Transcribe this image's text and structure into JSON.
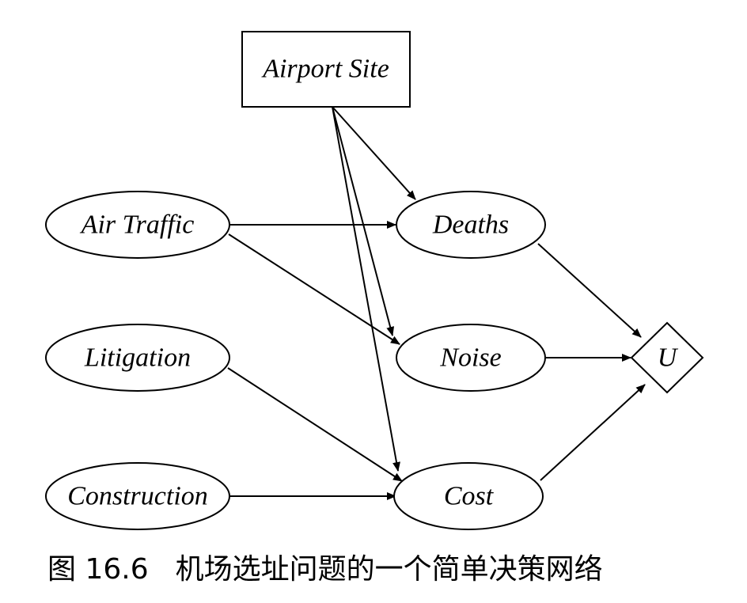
{
  "diagram": {
    "nodes": {
      "airport_site": {
        "label": "Airport Site",
        "kind": "decision"
      },
      "air_traffic": {
        "label": "Air Traffic",
        "kind": "chance"
      },
      "litigation": {
        "label": "Litigation",
        "kind": "chance"
      },
      "construction": {
        "label": "Construction",
        "kind": "chance"
      },
      "deaths": {
        "label": "Deaths",
        "kind": "chance"
      },
      "noise": {
        "label": "Noise",
        "kind": "chance"
      },
      "cost": {
        "label": "Cost",
        "kind": "chance"
      },
      "utility": {
        "label": "U",
        "kind": "utility"
      }
    },
    "edges": [
      {
        "from": "airport_site",
        "to": "deaths"
      },
      {
        "from": "airport_site",
        "to": "noise"
      },
      {
        "from": "airport_site",
        "to": "cost"
      },
      {
        "from": "air_traffic",
        "to": "deaths"
      },
      {
        "from": "air_traffic",
        "to": "noise"
      },
      {
        "from": "litigation",
        "to": "cost"
      },
      {
        "from": "construction",
        "to": "cost"
      },
      {
        "from": "deaths",
        "to": "utility"
      },
      {
        "from": "noise",
        "to": "utility"
      },
      {
        "from": "cost",
        "to": "utility"
      }
    ]
  },
  "caption": {
    "number": "图 16.6",
    "text": "机场选址问题的一个简单决策网络"
  }
}
